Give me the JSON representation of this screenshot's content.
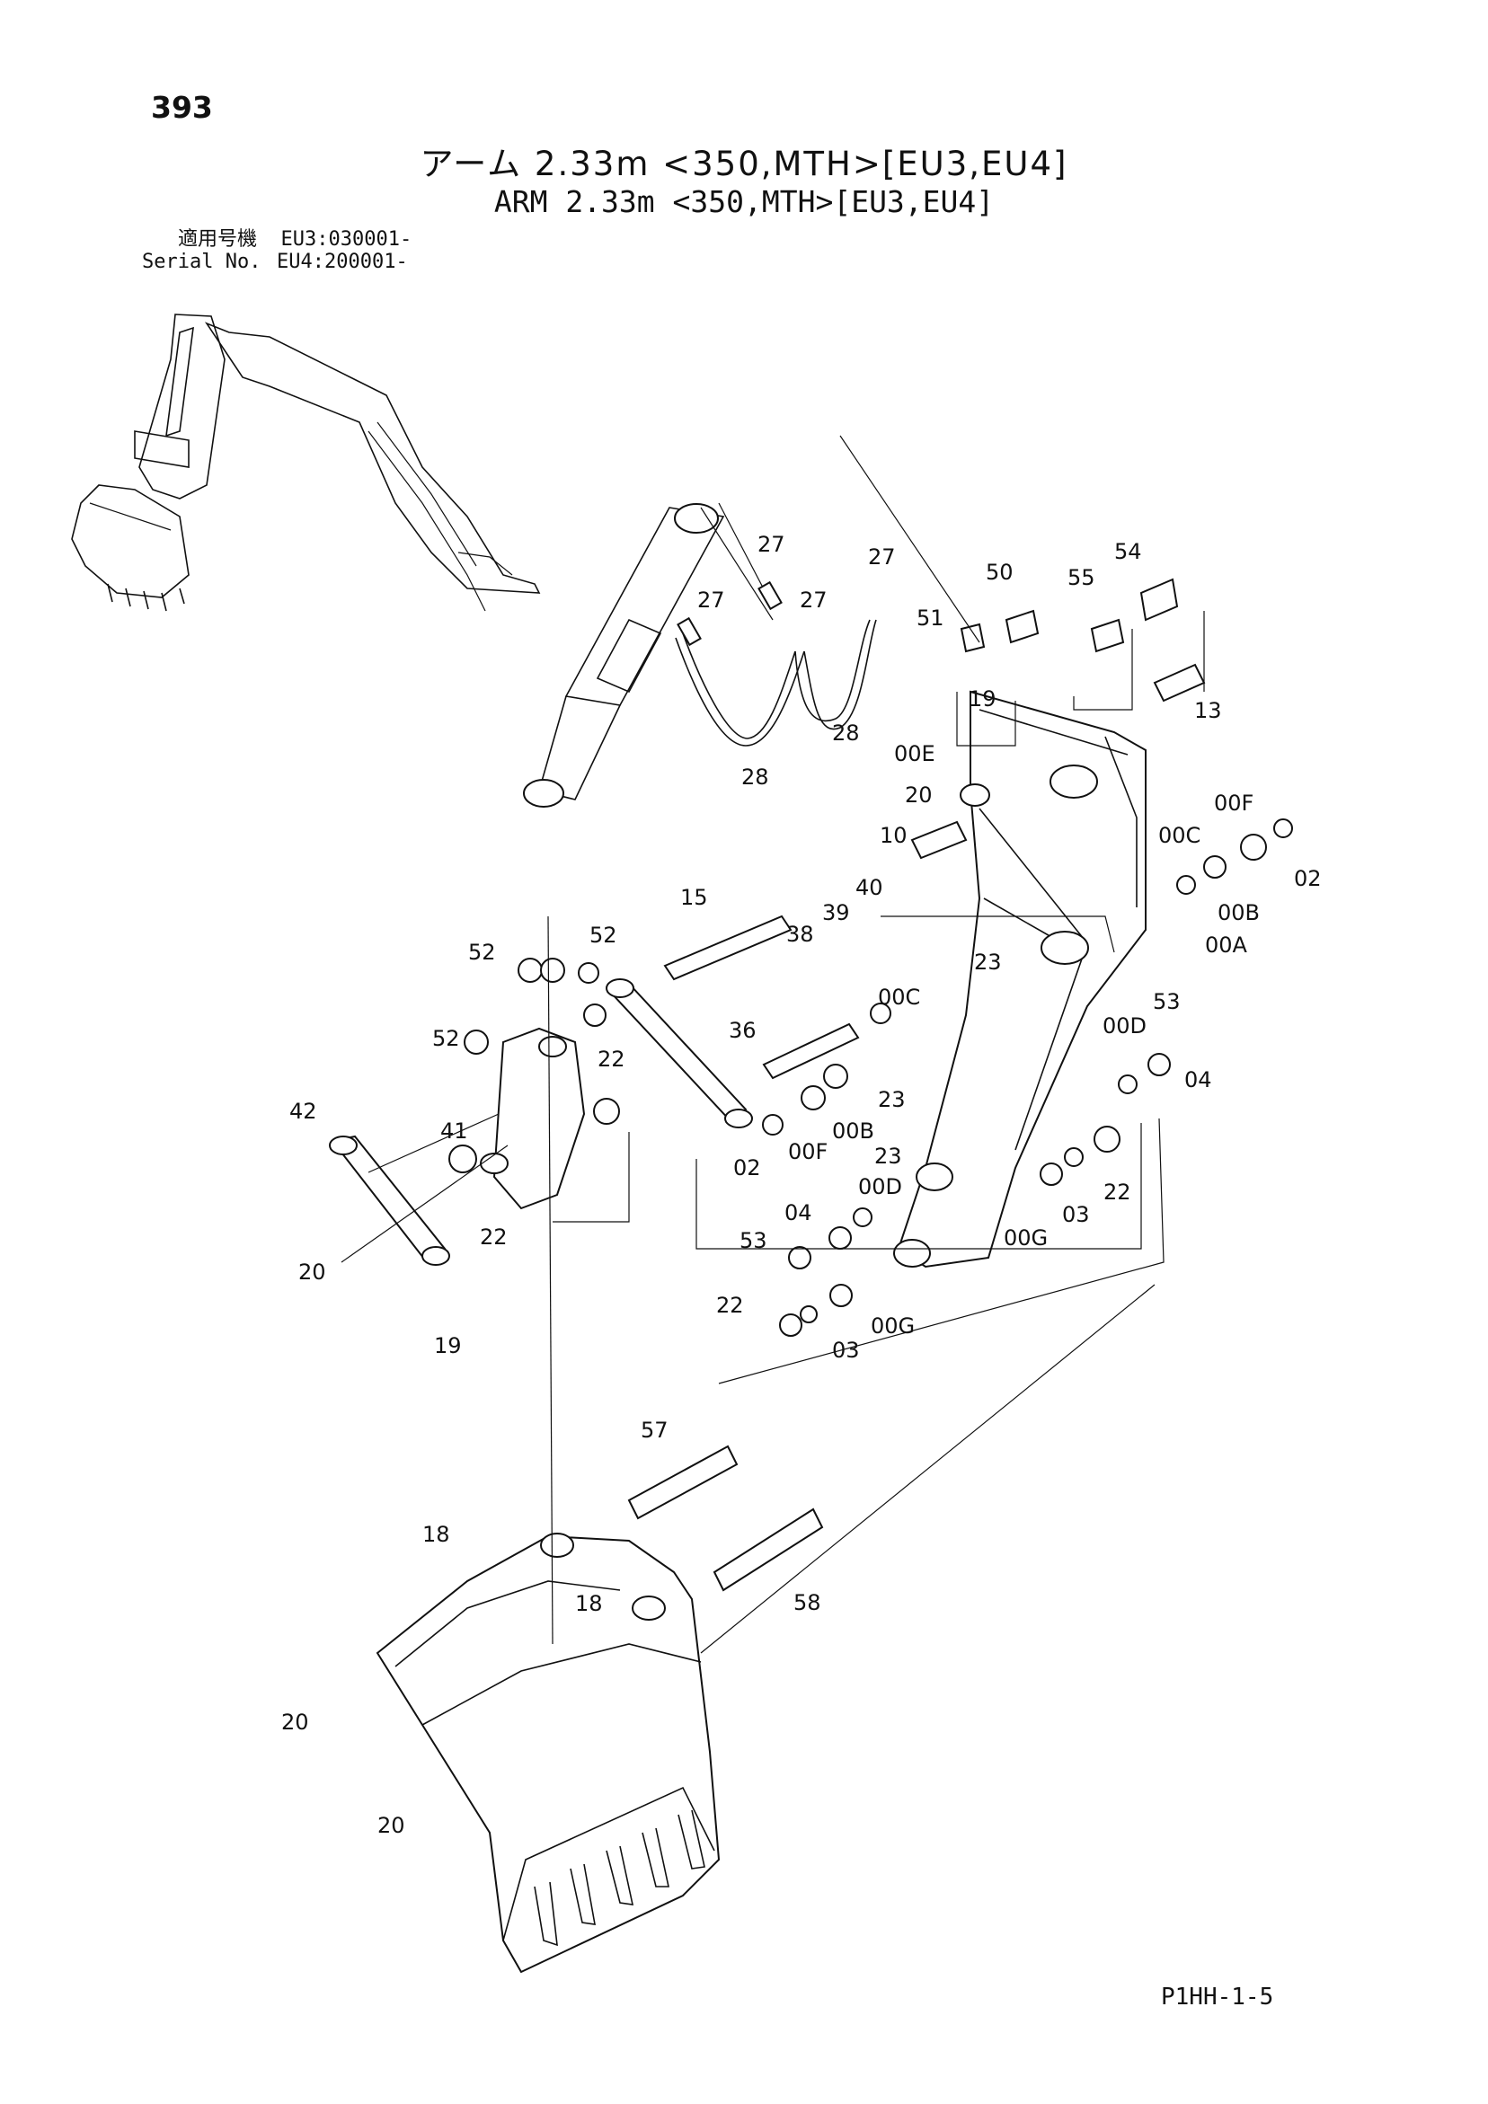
{
  "page_number": "393",
  "title_jp": "アーム 2.33m <350,MTH>[EU3,EU4]",
  "title_en": "ARM 2.33m <350,MTH>[EU3,EU4]",
  "serial": {
    "label_jp": "適用号機",
    "label_en": "Serial No.",
    "eu3": "EU3:030001-",
    "eu4": "EU4:200001-"
  },
  "footer_code": "P1HH-1-5",
  "labels": {
    "l27a": "27",
    "l27b": "27",
    "l27c": "27",
    "l27d": "27",
    "l50": "50",
    "l55": "55",
    "l54": "54",
    "l51": "51",
    "l13": "13",
    "l19a": "19",
    "l28a": "28",
    "l28b": "28",
    "l00E": "00E",
    "l20a": "20",
    "l00F": "00F",
    "l10": "10",
    "l00C": "00C",
    "l02a": "02",
    "l40": "40",
    "l39": "39",
    "l38": "38",
    "l15": "15",
    "l00B": "00B",
    "l00A": "00A",
    "l23a": "23",
    "l52a": "52",
    "l52b": "52",
    "l52c": "52",
    "l53a": "53",
    "l36": "36",
    "l00Cb": "00C",
    "l00D": "00D",
    "l04a": "04",
    "l22a": "22",
    "l42": "42",
    "l23b": "23",
    "l41": "41",
    "l02b": "02",
    "l00Fb": "00F",
    "l00Bb": "00B",
    "l23c": "23",
    "l00Db": "00D",
    "l04b": "04",
    "l00G": "00G",
    "l03a": "03",
    "l22b": "22",
    "l22c": "22",
    "l53b": "53",
    "l20b": "20",
    "l19b": "19",
    "l22d": "22",
    "l03b": "03",
    "l00Gb": "00G",
    "l57": "57",
    "l18a": "18",
    "l18b": "18",
    "l58": "58",
    "l20c": "20",
    "l20d": "20"
  }
}
